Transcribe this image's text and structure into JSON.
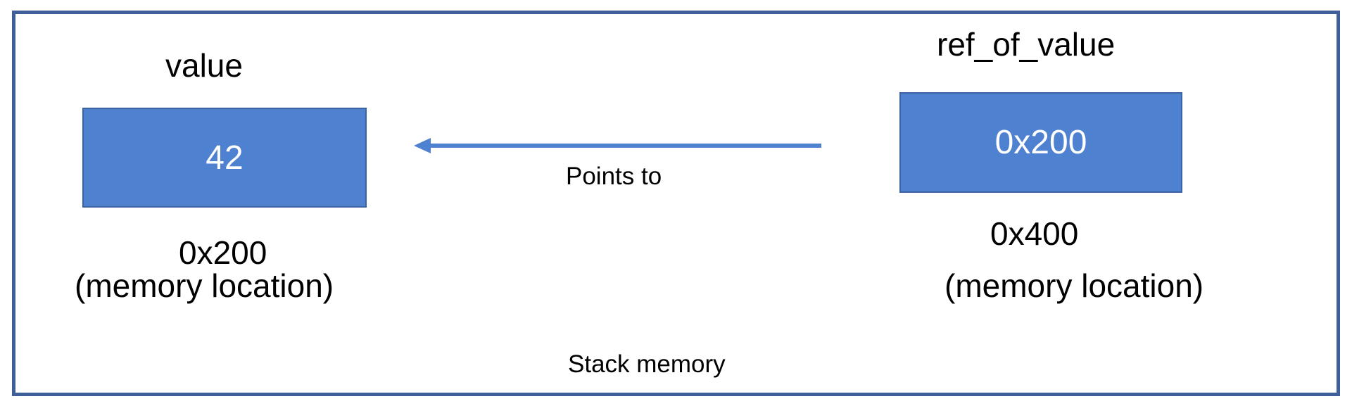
{
  "diagram": {
    "container_label": "Stack memory",
    "arrow_label": "Points to",
    "accent_color": "#4f81d1",
    "frame_color": "#3f5f9a",
    "left_cell": {
      "name": "value",
      "content": "42",
      "address": "0x200",
      "address_note": "(memory location)"
    },
    "right_cell": {
      "name": "ref_of_value",
      "content": "0x200",
      "address": "0x400",
      "address_note": "(memory location)"
    }
  }
}
